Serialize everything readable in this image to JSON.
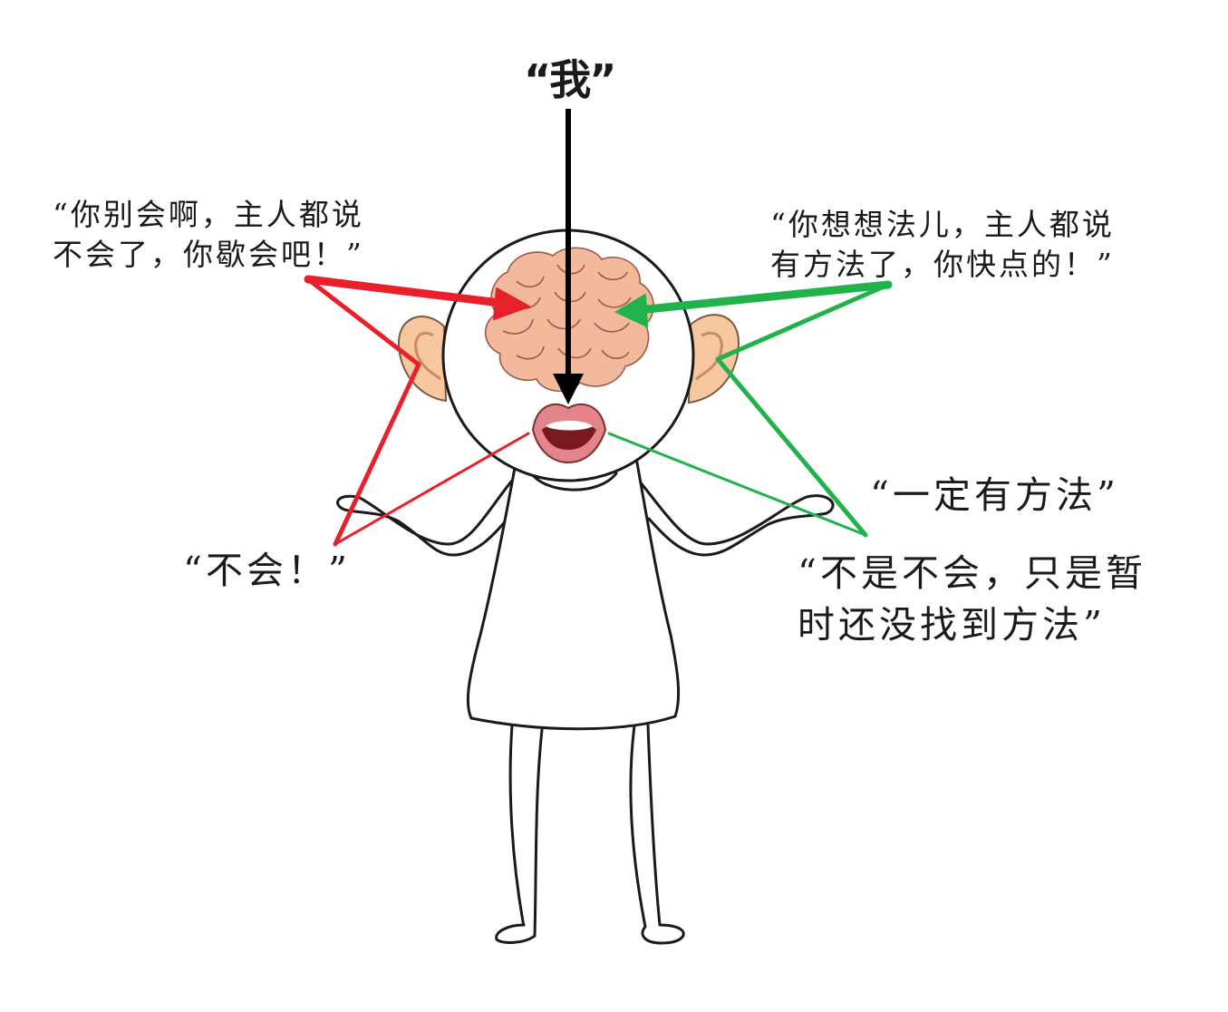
{
  "title": "“我”",
  "quotes": {
    "top_left": [
      "“你别会啊，主人都说",
      "不会了，你歇会吧！”"
    ],
    "top_right": [
      "“你想想法儿，主人都说",
      "有方法了，你快点的！”"
    ],
    "bottom_left": "“不会！”",
    "right_mid": "“一定有方法”",
    "bottom_right": [
      "“不是不会，只是暂",
      "时还没找到方法”"
    ]
  },
  "colors": {
    "negative": "#e8202a",
    "positive": "#22b24c",
    "self_arrow": "#000000",
    "brain": "#f3b99c",
    "ear": "#f7c8a0",
    "lips": "#e3848a"
  }
}
